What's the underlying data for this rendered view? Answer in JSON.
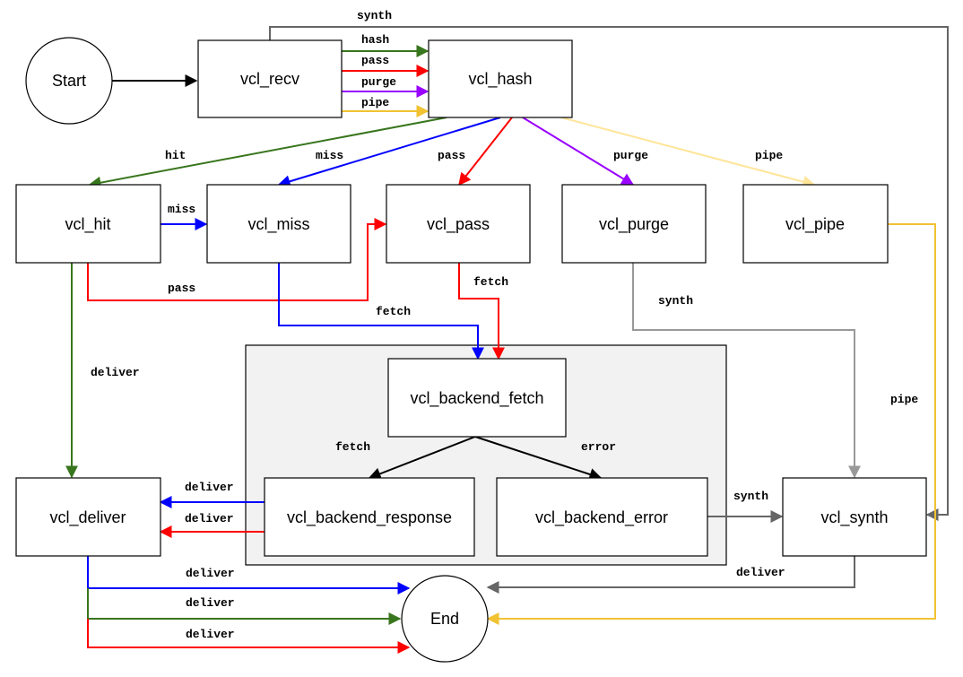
{
  "colors": {
    "black": "#000000",
    "green": "#38761d",
    "red": "#ff0000",
    "blue": "#0000ff",
    "purple": "#9900ff",
    "yellow": "#f1c232",
    "light_yellow": "#ffe599",
    "gray": "#999999",
    "dark_gray": "#666666"
  },
  "nodes": {
    "start": "Start",
    "vcl_recv": "vcl_recv",
    "vcl_hash": "vcl_hash",
    "vcl_hit": "vcl_hit",
    "vcl_miss": "vcl_miss",
    "vcl_pass": "vcl_pass",
    "vcl_purge": "vcl_purge",
    "vcl_pipe": "vcl_pipe",
    "vcl_backend_fetch": "vcl_backend_fetch",
    "vcl_backend_response": "vcl_backend_response",
    "vcl_backend_error": "vcl_backend_error",
    "vcl_deliver": "vcl_deliver",
    "vcl_synth": "vcl_synth",
    "end": "End"
  },
  "edges": [
    {
      "id": "start-recv",
      "from": "start",
      "to": "vcl_recv",
      "label": "",
      "color": "black"
    },
    {
      "id": "recv-synth",
      "from": "vcl_recv",
      "to": "vcl_synth",
      "label": "synth",
      "color": "dark_gray"
    },
    {
      "id": "recv-hash-hash",
      "from": "vcl_recv",
      "to": "vcl_hash",
      "label": "hash",
      "color": "green"
    },
    {
      "id": "recv-hash-pass",
      "from": "vcl_recv",
      "to": "vcl_hash",
      "label": "pass",
      "color": "red"
    },
    {
      "id": "recv-hash-purge",
      "from": "vcl_recv",
      "to": "vcl_hash",
      "label": "purge",
      "color": "purple"
    },
    {
      "id": "recv-hash-pipe",
      "from": "vcl_recv",
      "to": "vcl_hash",
      "label": "pipe",
      "color": "yellow"
    },
    {
      "id": "hash-hit",
      "from": "vcl_hash",
      "to": "vcl_hit",
      "label": "hit",
      "color": "green"
    },
    {
      "id": "hash-miss",
      "from": "vcl_hash",
      "to": "vcl_miss",
      "label": "miss",
      "color": "blue"
    },
    {
      "id": "hash-pass",
      "from": "vcl_hash",
      "to": "vcl_pass",
      "label": "pass",
      "color": "red"
    },
    {
      "id": "hash-purge",
      "from": "vcl_hash",
      "to": "vcl_purge",
      "label": "purge",
      "color": "purple"
    },
    {
      "id": "hash-pipe",
      "from": "vcl_hash",
      "to": "vcl_pipe",
      "label": "pipe",
      "color": "light_yellow"
    },
    {
      "id": "hit-miss",
      "from": "vcl_hit",
      "to": "vcl_miss",
      "label": "miss",
      "color": "blue"
    },
    {
      "id": "hit-pass",
      "from": "vcl_hit",
      "to": "vcl_pass",
      "label": "pass",
      "color": "red"
    },
    {
      "id": "miss-fetch",
      "from": "vcl_miss",
      "to": "vcl_backend_fetch",
      "label": "fetch",
      "color": "blue"
    },
    {
      "id": "pass-fetch",
      "from": "vcl_pass",
      "to": "vcl_backend_fetch",
      "label": "fetch",
      "color": "red"
    },
    {
      "id": "hit-deliver",
      "from": "vcl_hit",
      "to": "vcl_deliver",
      "label": "deliver",
      "color": "green"
    },
    {
      "id": "purge-synth",
      "from": "vcl_purge",
      "to": "vcl_synth",
      "label": "synth",
      "color": "gray"
    },
    {
      "id": "pipe-end",
      "from": "vcl_pipe",
      "to": "end",
      "label": "pipe",
      "color": "yellow"
    },
    {
      "id": "bfetch-bresp",
      "from": "vcl_backend_fetch",
      "to": "vcl_backend_response",
      "label": "fetch",
      "color": "black"
    },
    {
      "id": "bfetch-berr",
      "from": "vcl_backend_fetch",
      "to": "vcl_backend_error",
      "label": "error",
      "color": "black"
    },
    {
      "id": "bresp-deliver-blue",
      "from": "vcl_backend_response",
      "to": "vcl_deliver",
      "label": "deliver",
      "color": "blue"
    },
    {
      "id": "bresp-deliver-red",
      "from": "vcl_backend_response",
      "to": "vcl_deliver",
      "label": "deliver",
      "color": "red"
    },
    {
      "id": "berr-synth",
      "from": "vcl_backend_error",
      "to": "vcl_synth",
      "label": "synth",
      "color": "dark_gray"
    },
    {
      "id": "synth-end",
      "from": "vcl_synth",
      "to": "end",
      "label": "deliver",
      "color": "dark_gray"
    },
    {
      "id": "deliver-end-blue",
      "from": "vcl_deliver",
      "to": "end",
      "label": "deliver",
      "color": "blue"
    },
    {
      "id": "deliver-end-green",
      "from": "vcl_deliver",
      "to": "end",
      "label": "deliver",
      "color": "green"
    },
    {
      "id": "deliver-end-red",
      "from": "vcl_deliver",
      "to": "end",
      "label": "deliver",
      "color": "red"
    }
  ]
}
